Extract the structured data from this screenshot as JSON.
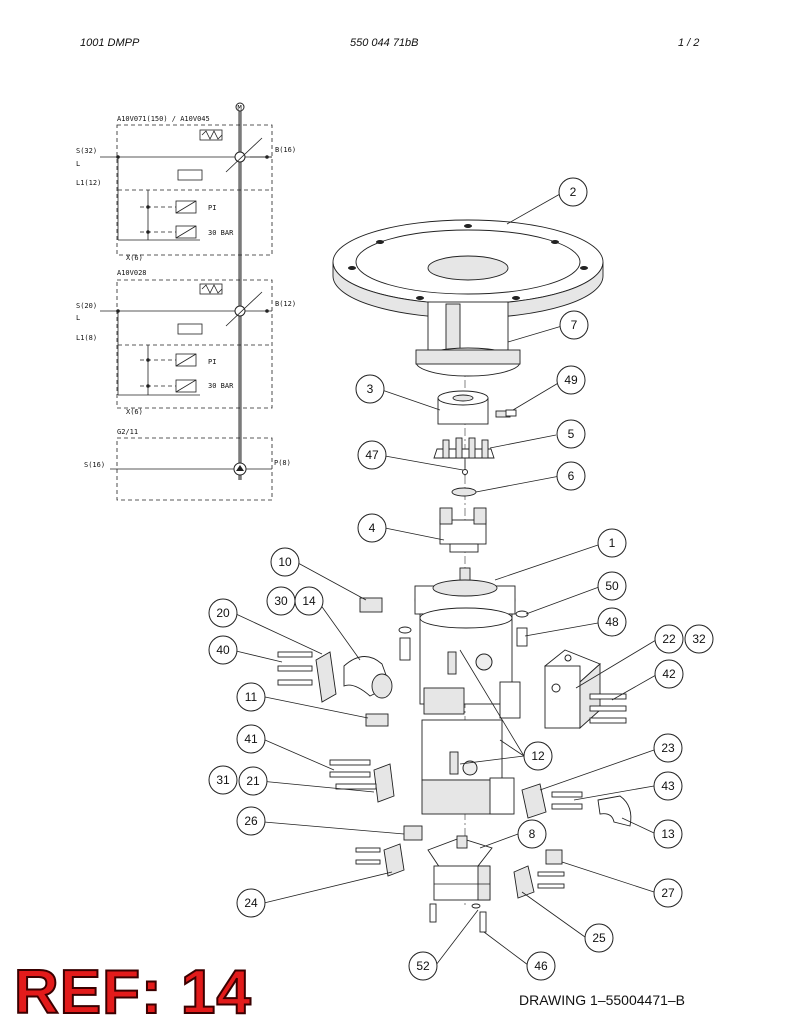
{
  "header": {
    "left": "1001 DMPP",
    "center": "550 044 71bB",
    "right": "1 /  2"
  },
  "schematic": {
    "block1_title": "A10V071(150) / A10V045",
    "block1_s": "S(32)",
    "block1_l": "L",
    "block1_l1": "L1(12)",
    "block1_b": "B(16)",
    "block1_x": "X(6)",
    "block1_pi": "PI",
    "block1_bar": "30 BAR",
    "block2_title": "A10V028",
    "block2_s": "S(20)",
    "block2_l": "L",
    "block2_l1": "L1(8)",
    "block2_b": "B(12)",
    "block2_x": "X(6)",
    "block2_pi": "PI",
    "block2_bar": "30 BAR",
    "block3_title": "G2/11",
    "block3_s": "S(16)",
    "block3_p": "P(8)",
    "top_mark": "M"
  },
  "balloons": [
    "1",
    "2",
    "3",
    "4",
    "5",
    "6",
    "7",
    "8",
    "10",
    "11",
    "12",
    "13",
    "14",
    "20",
    "21",
    "22",
    "23",
    "24",
    "25",
    "26",
    "27",
    "30",
    "31",
    "32",
    "40",
    "41",
    "42",
    "43",
    "46",
    "47",
    "48",
    "49",
    "50",
    "52"
  ],
  "drawing_label": "DRAWING 1–55004471–B",
  "ref_label": "REF: 14"
}
